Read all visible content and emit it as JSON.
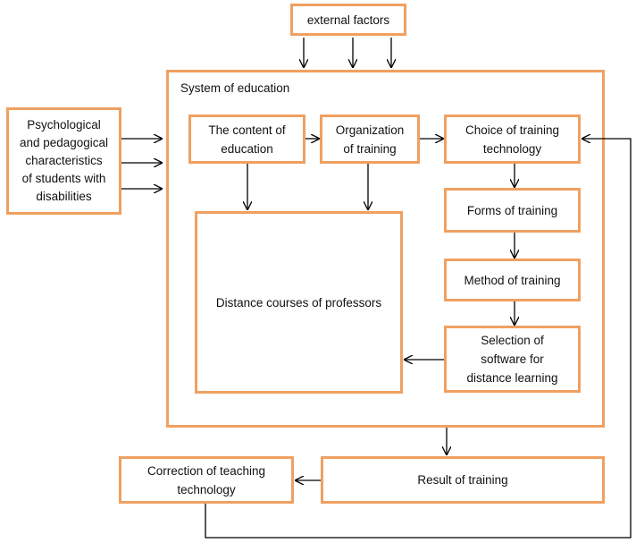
{
  "nodes": {
    "external_factors": "external factors",
    "system_of_education": "System of education",
    "psych_characteristics": "Psychological\nand pedagogical\ncharacteristics\nof students with\ndisabilities",
    "content_of_education": "The content of\neducation",
    "organization_of_training": "Organization\nof training",
    "choice_of_technology": "Choice of training\ntechnology",
    "forms_of_training": "Forms of training",
    "method_of_training": "Method of training",
    "selection_of_software": "Selection of\nsoftware for\ndistance learning",
    "distance_courses": "Distance courses of professors",
    "result_of_training": "Result of training",
    "correction_of_technology": "Correction of teaching\ntechnology"
  },
  "colors": {
    "box_border": "#f0a060",
    "arrow": "#000000"
  }
}
